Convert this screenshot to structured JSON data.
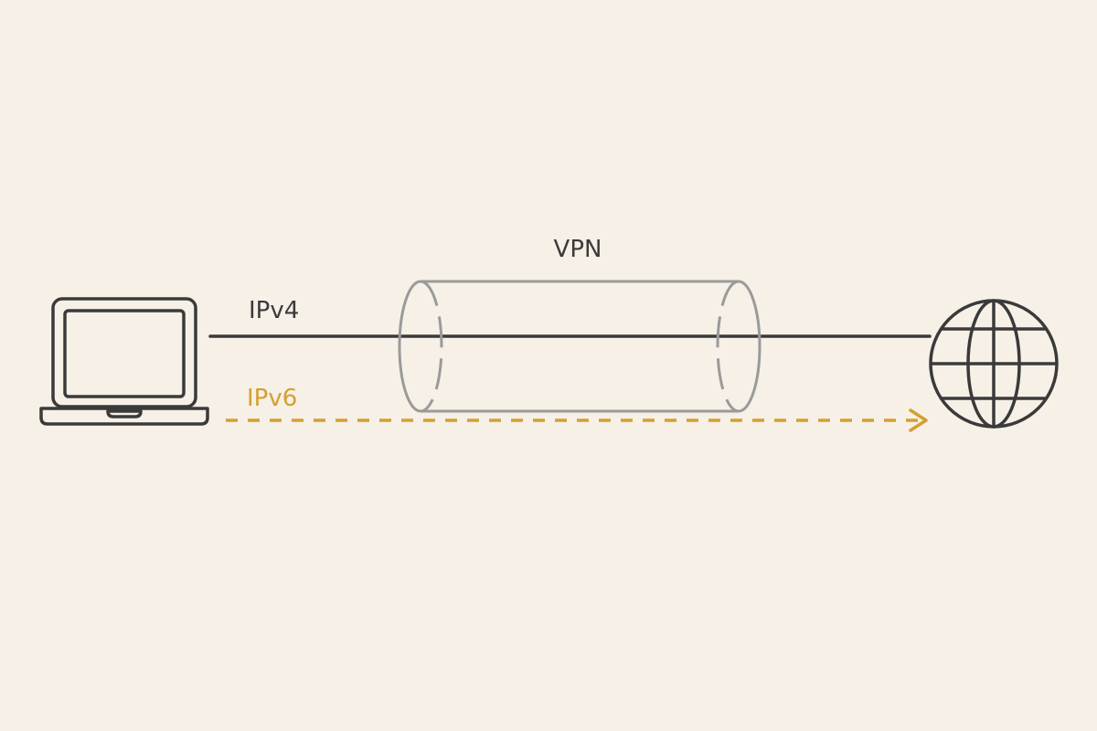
{
  "diagram": {
    "tunnel_label": "VPN",
    "ipv4_label": "IPv4",
    "ipv6_label": "IPv6"
  },
  "icons": {
    "client": "laptop-icon",
    "destination": "globe-icon"
  },
  "colors": {
    "background": "#f6f0e7",
    "line": "#3a3a3a",
    "ipv6": "#d4a030",
    "tunnel": "#9a9a9a"
  }
}
